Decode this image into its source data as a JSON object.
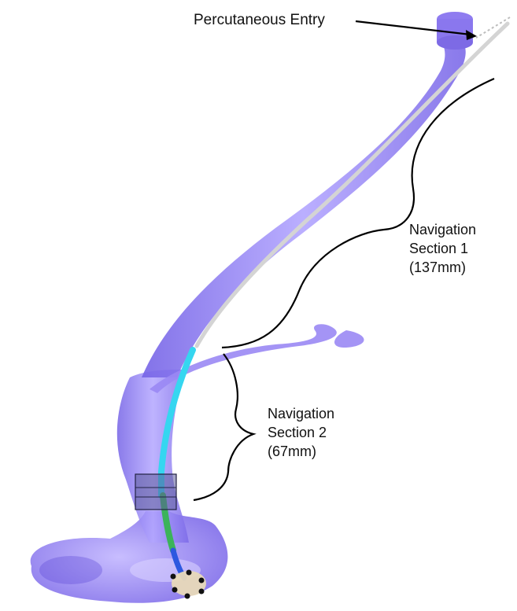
{
  "labels": {
    "entry": "Percutaneous Entry",
    "nav1": {
      "line1": "Navigation",
      "line2": "Section 1",
      "line3": "(137mm)"
    },
    "nav2": {
      "line1": "Navigation",
      "line2": "Section 2",
      "line3": "(67mm)"
    }
  },
  "colors": {
    "vessel": "#8f7cf0",
    "vessel_light": "#b7a9ff",
    "catheter_gray": "#d8d8d8",
    "catheter_cyan": "#35d6f0",
    "catheter_green": "#3bb35a",
    "catheter_blue": "#2d58e0",
    "box": "#4b4b8a",
    "target_dot": "#111111"
  }
}
